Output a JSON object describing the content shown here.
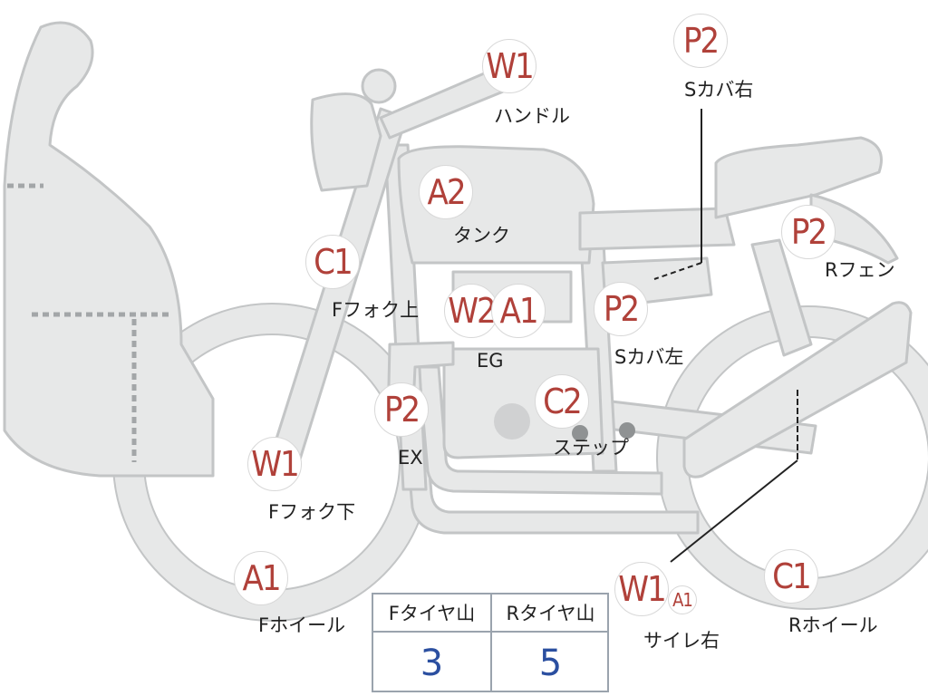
{
  "colors": {
    "body_fill": "#e7e8e8",
    "outline": "#c3c5c6",
    "badge_text": "#b0413a",
    "value_text": "#2b4fa0"
  },
  "badges": [
    {
      "id": "w1-handle",
      "code": "W1"
    },
    {
      "id": "p2-scover-right",
      "code": "P2"
    },
    {
      "id": "a2-tank",
      "code": "A2"
    },
    {
      "id": "c1-ffork-upper",
      "code": "C1"
    },
    {
      "id": "w2-eg",
      "code": "W2"
    },
    {
      "id": "a1-eg",
      "code": "A1"
    },
    {
      "id": "p2-scover-left",
      "code": "P2"
    },
    {
      "id": "p2-rfender",
      "code": "P2"
    },
    {
      "id": "c2-step",
      "code": "C2"
    },
    {
      "id": "p2-ex",
      "code": "P2"
    },
    {
      "id": "w1-ffork-lower",
      "code": "W1"
    },
    {
      "id": "a1-fwheel",
      "code": "A1"
    },
    {
      "id": "w1-silencer",
      "code": "W1"
    },
    {
      "id": "a1-silencer",
      "code": "A1"
    },
    {
      "id": "c1-rwheel",
      "code": "C1"
    }
  ],
  "labels": {
    "handle": "ハンドル",
    "scover_right": "Sカバ右",
    "tank": "タンク",
    "ffork_upper": "Fフォク上",
    "eg": "EG",
    "scover_left": "Sカバ左",
    "rfender": "Rフェン",
    "ex": "EX",
    "step": "ステップ",
    "ffork_lower": "Fフォク下",
    "fwheel": "Fホイール",
    "silencer_right": "サイレ右",
    "rwheel": "Rホイール"
  },
  "tire_table": {
    "headers": [
      "Fタイヤ山",
      "Rタイヤ山"
    ],
    "values": [
      "3",
      "5"
    ]
  }
}
